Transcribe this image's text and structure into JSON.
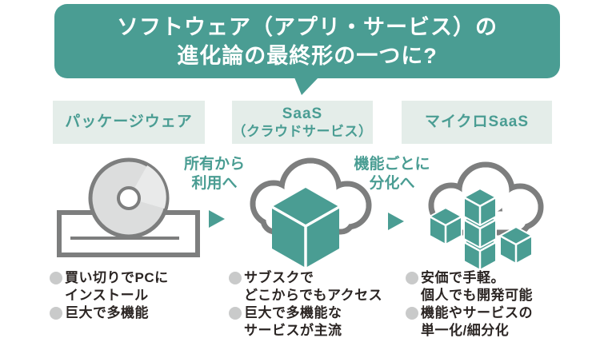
{
  "colors": {
    "teal_accent": "#4a9d93",
    "label_box_bg": "#e4ede9",
    "outline_gray": "#7d7e7e",
    "disc_gray": "#dcdddd",
    "bullet_dot_gray": "#c9caca",
    "body_text": "#2b2523",
    "background": "#ffffff"
  },
  "title": {
    "line1": "ソフトウェア（アプリ・サービス）の",
    "line2": "進化論の最終形の一つに?"
  },
  "stages": [
    {
      "id": "packageware",
      "label": "パッケージウェア",
      "icon": "cd-in-package-tray-icon",
      "bullets": [
        {
          "line1": "買い切りでPCに",
          "line2": "インストール"
        },
        {
          "line1": "巨大で多機能",
          "line2": ""
        }
      ]
    },
    {
      "id": "saas",
      "label": "SaaS",
      "label_sub": "（クラウドサービス）",
      "icon": "cloud-with-cube-icon",
      "bullets": [
        {
          "line1": "サブスクで",
          "line2": "どこからでもアクセス"
        },
        {
          "line1": "巨大で多機能な",
          "line2": "サービスが主流"
        }
      ]
    },
    {
      "id": "micro-saas",
      "label": "マイクロSaaS",
      "icon": "cloud-with-micro-cubes-icon",
      "bullets": [
        {
          "line1": "安価で手軽。",
          "line2": "個人でも開発可能"
        },
        {
          "line1": "機能やサービスの",
          "line2": "単一化/細分化"
        }
      ]
    }
  ],
  "transitions": [
    {
      "line1": "所有から",
      "line2": "利用へ"
    },
    {
      "line1": "機能ごとに",
      "line2": "分化へ"
    }
  ]
}
